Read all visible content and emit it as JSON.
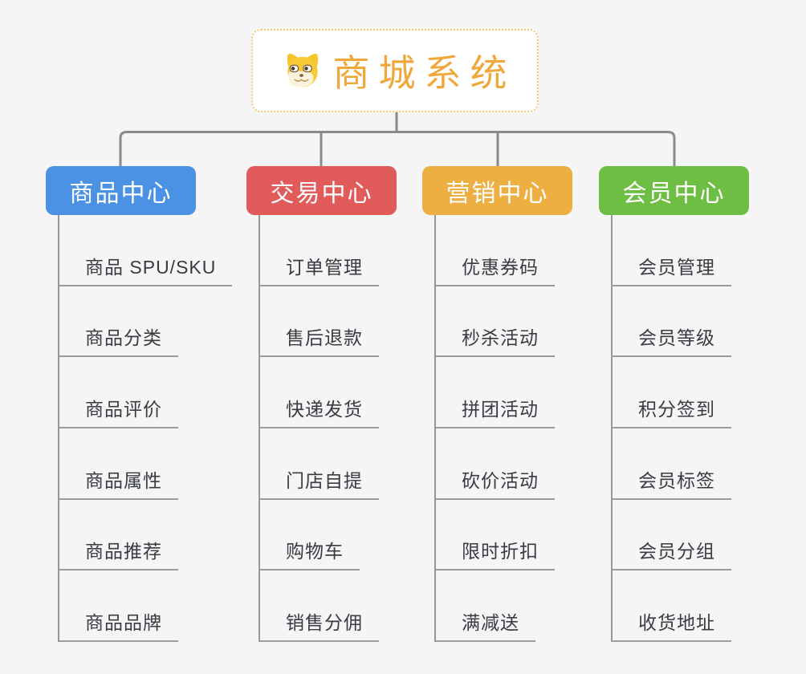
{
  "canvas": {
    "background": "#F5F5F6",
    "connector_color": "#8A8A8A",
    "leaf_line_color": "#9B9B9B"
  },
  "root": {
    "title": "商城系统",
    "icon": "dog-face-icon",
    "text_color": "#F0A83C",
    "border_color": "#F6C873",
    "background": "#FFFFFF"
  },
  "branches": [
    {
      "label": "商品中心",
      "color": "#4B92E4",
      "children": [
        "商品 SPU/SKU",
        "商品分类",
        "商品评价",
        "商品属性",
        "商品推荐",
        "商品品牌"
      ]
    },
    {
      "label": "交易中心",
      "color": "#E25B5B",
      "children": [
        "订单管理",
        "售后退款",
        "快递发货",
        "门店自提",
        "购物车",
        "销售分佣"
      ]
    },
    {
      "label": "营销中心",
      "color": "#EDAE42",
      "children": [
        "优惠券码",
        "秒杀活动",
        "拼团活动",
        "砍价活动",
        "限时折扣",
        "满减送"
      ]
    },
    {
      "label": "会员中心",
      "color": "#6FBE44",
      "children": [
        "会员管理",
        "会员等级",
        "积分签到",
        "会员标签",
        "会员分组",
        "收货地址"
      ]
    }
  ]
}
